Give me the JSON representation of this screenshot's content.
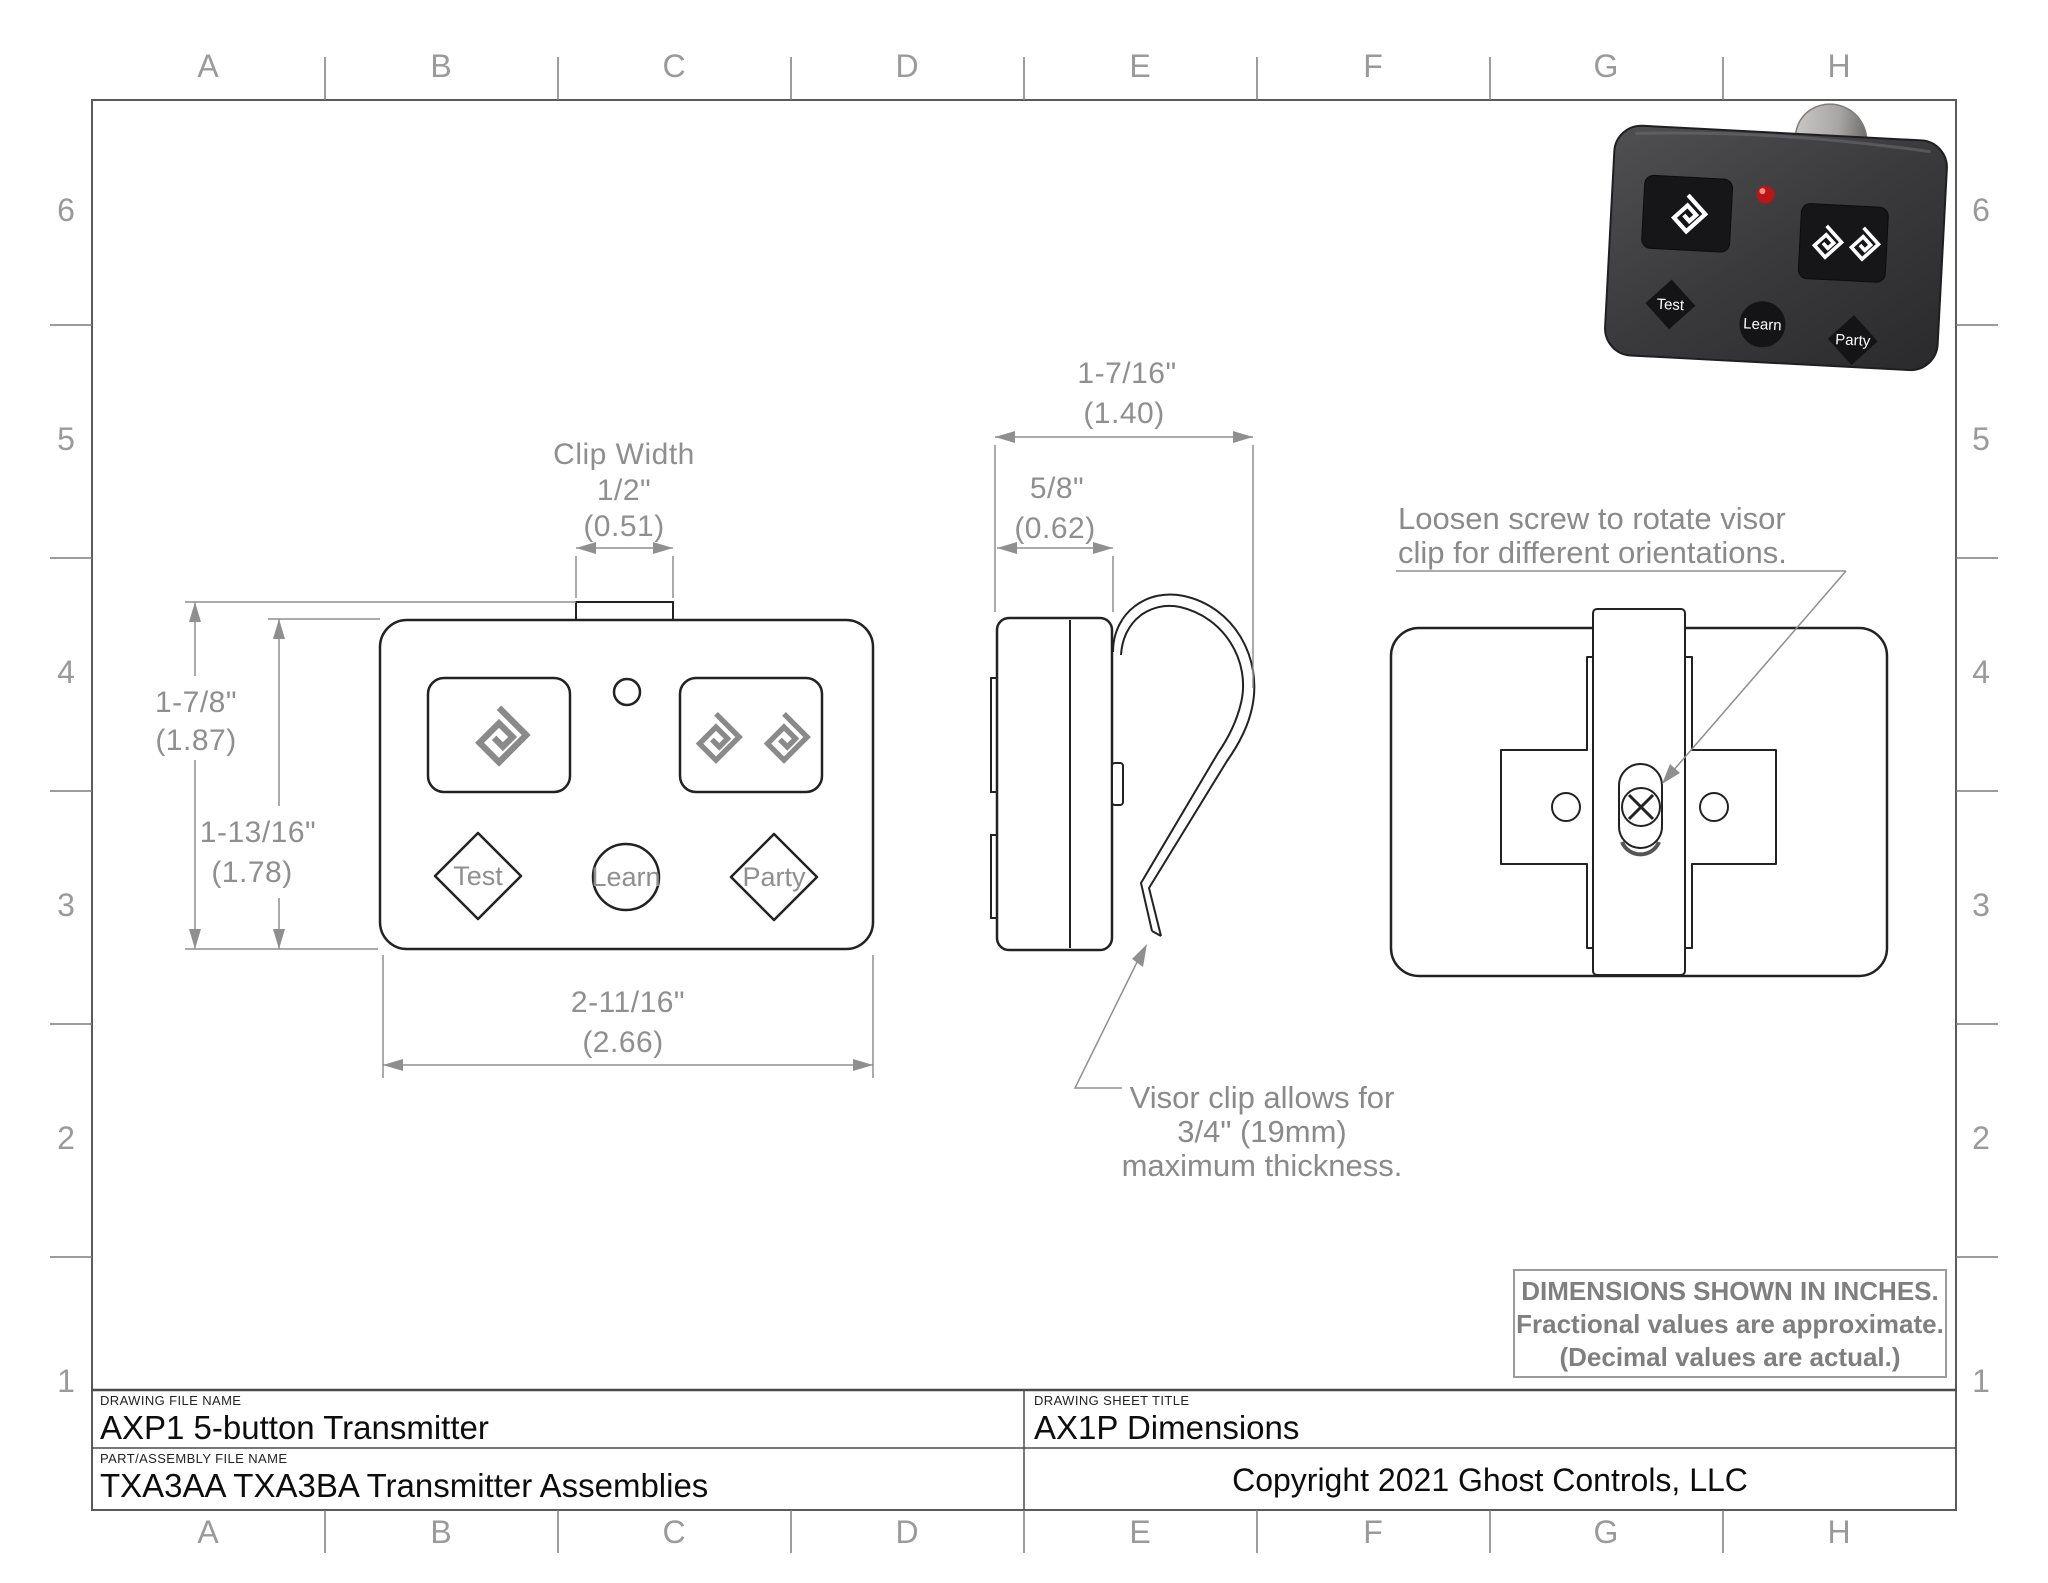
{
  "sheet": {
    "grid": {
      "cols": [
        "A",
        "B",
        "C",
        "D",
        "E",
        "F",
        "G",
        "H"
      ],
      "rows": [
        "6",
        "5",
        "4",
        "3",
        "2",
        "1"
      ]
    },
    "note_box": {
      "line1": "DIMENSIONS SHOWN IN INCHES.",
      "line2": "Fractional values are approximate.",
      "line3": "(Decimal values are actual.)"
    },
    "title_block": {
      "drawing_file_label": "DRAWING FILE NAME",
      "drawing_file_name": "AXP1 5-button Transmitter",
      "part_file_label": "PART/ASSEMBLY FILE NAME",
      "part_file_name": "TXA3AA TXA3BA Transmitter Assemblies",
      "sheet_title_label": "DRAWING SHEET TITLE",
      "sheet_title": "AX1P Dimensions",
      "copyright": "Copyright 2021 Ghost Controls, LLC"
    }
  },
  "front_view": {
    "clip_width_label": "Clip Width",
    "clip_width_frac": "1/2\"",
    "clip_width_dec": "(0.51)",
    "overall_height_frac": "1-7/8\"",
    "overall_height_dec": "(1.87)",
    "body_height_frac": "1-13/16\"",
    "body_height_dec": "(1.78)",
    "overall_width_frac": "2-11/16\"",
    "overall_width_dec": "(2.66)",
    "button_test": "Test",
    "button_learn": "Learn",
    "button_party": "Party"
  },
  "side_view": {
    "overall_depth_frac": "1-7/16\"",
    "overall_depth_dec": "(1.40)",
    "body_depth_frac": "5/8\"",
    "body_depth_dec": "(0.62)",
    "visor_note_line1": "Visor clip allows for",
    "visor_note_line2": "3/4\" (19mm)",
    "visor_note_line3": "maximum thickness."
  },
  "back_view": {
    "screw_note_line1": "Loosen screw to rotate visor",
    "screw_note_line2": "clip for different orientations."
  },
  "product_photo": {
    "button_test": "Test",
    "button_learn": "Learn",
    "button_party": "Party"
  }
}
